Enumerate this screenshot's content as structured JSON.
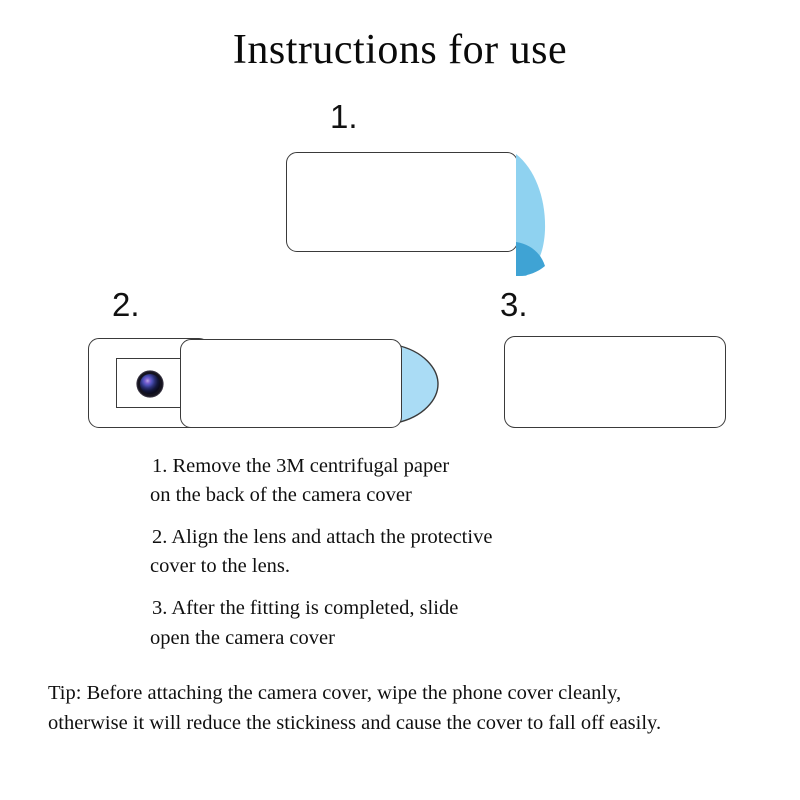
{
  "title": "Instructions for use",
  "steps": [
    {
      "label": "1.",
      "name": "step-1-peel-backing"
    },
    {
      "label": "2.",
      "name": "step-2-align-lens"
    },
    {
      "label": "3.",
      "name": "step-3-slide-open"
    }
  ],
  "instructions": [
    {
      "line_1": "1. Remove the 3M centrifugal paper",
      "line_2": "on the back of the camera cover"
    },
    {
      "line_1": "2. Align the lens and attach the protective",
      "line_2": "cover to the lens."
    },
    {
      "line_1": "3. After the fitting is completed, slide",
      "line_2": "open the camera cover"
    }
  ],
  "tip": {
    "line_1": "Tip: Before attaching the camera cover, wipe the phone cover cleanly,",
    "line_2": "otherwise it will reduce the stickiness and cause the cover to fall off easily."
  },
  "colors": {
    "outline": "#3a3a3a",
    "plate_fill": "#ffffff",
    "peel_light_blue": "#8fd2f0",
    "peel_dark_blue": "#3fa3d4",
    "tab_blue": "#aadcf5",
    "lens_dark": "#0b0b1e",
    "lens_iris": "#7b5fd0",
    "text": "#101010",
    "background": "#ffffff"
  }
}
